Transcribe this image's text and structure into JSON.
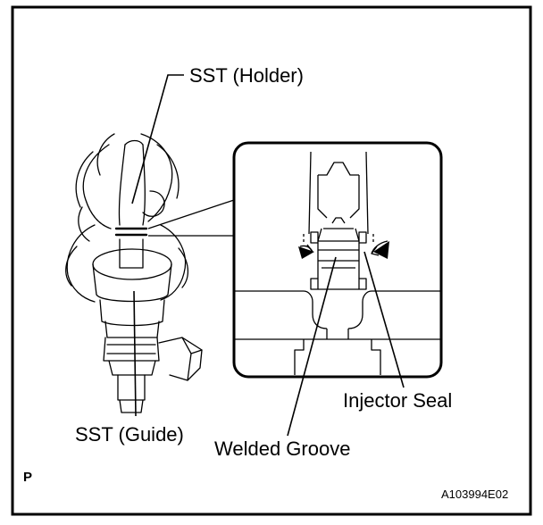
{
  "labels": {
    "holder": "SST (Holder)",
    "guide": "SST (Guide)",
    "injector_seal": "Injector Seal",
    "welded_groove": "Welded Groove",
    "corner_mark": "P",
    "figure_code": "A103994E02"
  },
  "colors": {
    "line": "#000000",
    "background": "#ffffff"
  }
}
